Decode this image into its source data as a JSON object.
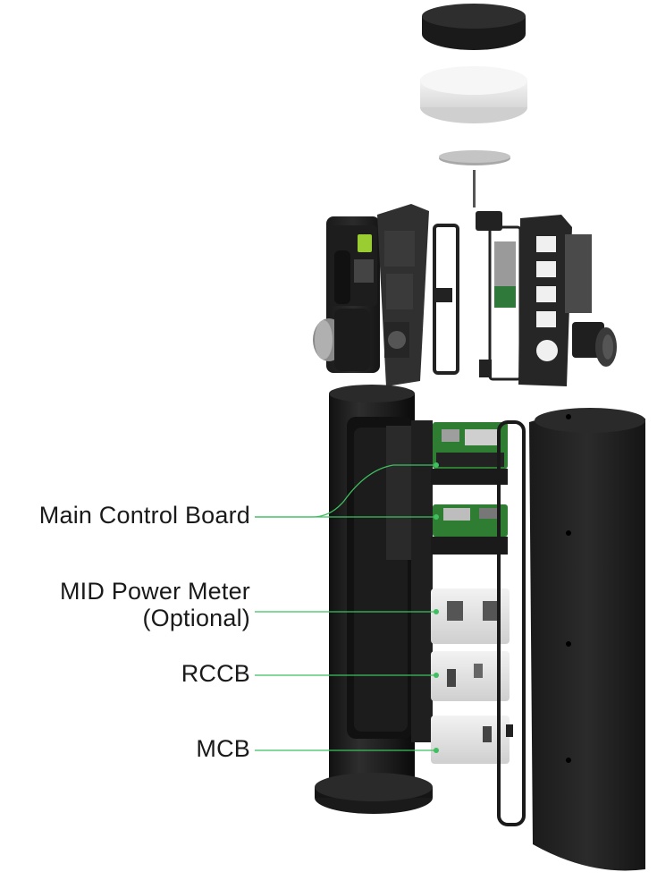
{
  "labels": {
    "main_control_board": "Main Control Board",
    "mid_power_meter_line1": "MID Power Meter",
    "mid_power_meter_line2": "(Optional)",
    "rccb": "RCCB",
    "mcb": "MCB"
  },
  "colors": {
    "leader_line": "#3fbf5f",
    "housing": "#2a2a2a",
    "pcb": "#2e7d32"
  }
}
